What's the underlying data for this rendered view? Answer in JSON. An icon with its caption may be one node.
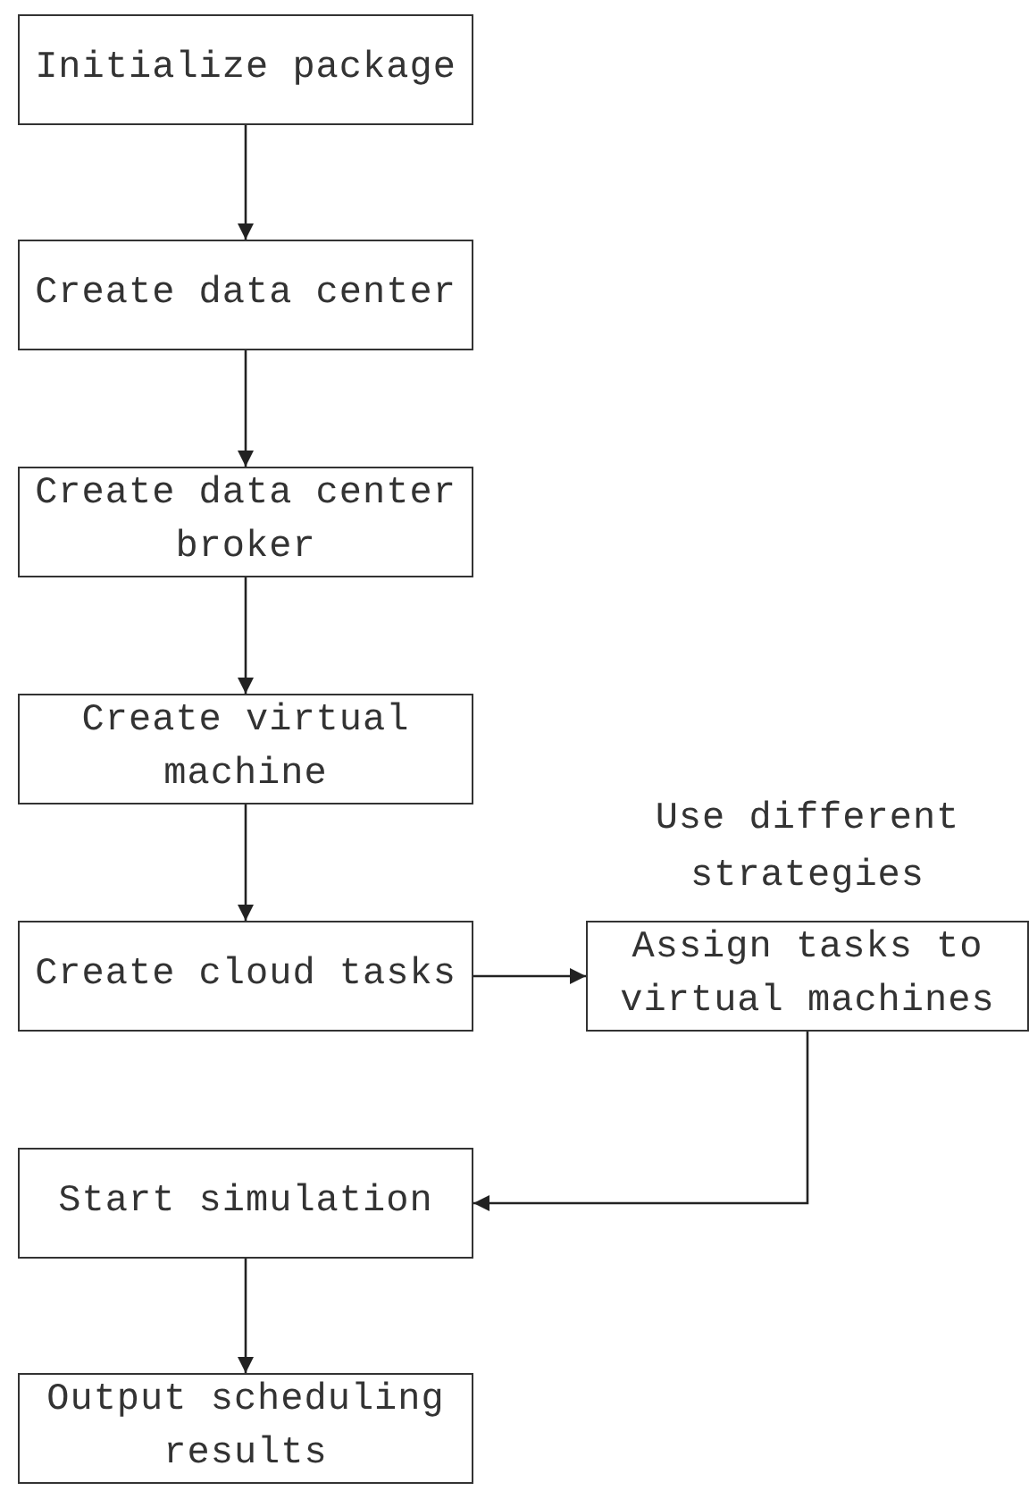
{
  "diagram": {
    "nodes": [
      {
        "text": [
          "Initialize package"
        ]
      },
      {
        "text": [
          "Create data center"
        ]
      },
      {
        "text": [
          "Create data center broker"
        ]
      },
      {
        "text": [
          "Create virtual machine"
        ]
      },
      {
        "text": [
          "Create cloud tasks"
        ]
      },
      {
        "text": [
          "Assign tasks to virtual machines"
        ],
        "beside": [
          "Use different strategies"
        ]
      },
      {
        "text": [
          "Start simulation"
        ]
      },
      {
        "text": [
          "Output scheduling results"
        ]
      }
    ],
    "edges": [
      {
        "from": 0,
        "to": 1,
        "arrow": "to"
      },
      {
        "from": 1,
        "to": 2,
        "arrow": "to"
      },
      {
        "from": 2,
        "to": 3,
        "arrow": "to"
      },
      {
        "from": 3,
        "to": 4,
        "arrow": "to"
      },
      {
        "from": 4,
        "to": 5,
        "arrow": "to"
      },
      {
        "from": 5,
        "to": 6,
        "arrow": "to"
      },
      {
        "from": 6,
        "to": 7,
        "arrow": "to"
      }
    ]
  }
}
